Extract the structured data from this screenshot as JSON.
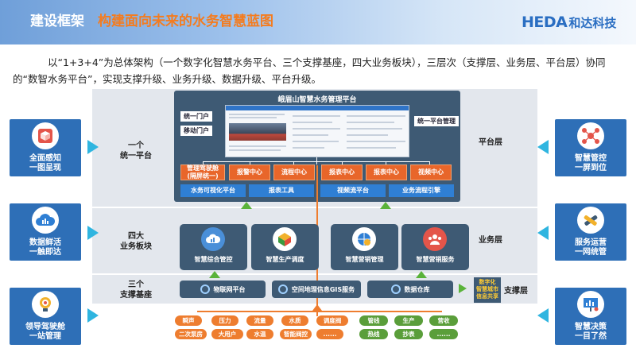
{
  "header": {
    "title": "建设框架",
    "subtitle": "构建面向未来的水务智慧蓝图",
    "logo_en": "HEDA",
    "logo_cn": "和达科技",
    "colors": {
      "title": "#ffffff",
      "subtitle": "#f47c1f",
      "logo": "#2a6ec2"
    }
  },
  "intro": "以“1+3+4”为总体架构（一个数字化智慧水务平台、三个支撑基座，四大业务板块），三层次（支撑层、业务层、平台层）协同的“数智水务平台”，实现支撑升级、业务升级、数据升级、平台升级。",
  "layers": {
    "platform_label": "一个\n统一平台",
    "business_label": "四大\n业务板块",
    "support_label": "三个\n支撑基座",
    "platform_right": "平台层",
    "business_right": "业务层",
    "support_right": "支撑层"
  },
  "platform": {
    "title": "峨眉山智慧水务管理平台",
    "portal_unified": "统一门户",
    "portal_mobile": "移动门户",
    "unified_mgmt": "统一平台管理",
    "centers": [
      "管理驾驶舱\n(隔屏统一)",
      "报警中心",
      "流程中心",
      "报表中心",
      "报表中心",
      "视频中心"
    ],
    "tools": [
      "水务可视化平台",
      "报表工具",
      "视频流平台",
      "业务流程引擎"
    ]
  },
  "business": [
    {
      "label": "智慧综合管控",
      "icon": "cloud-chart-icon"
    },
    {
      "label": "智慧生产调度",
      "icon": "production-cube-icon"
    },
    {
      "label": "智慧营销管理",
      "icon": "globe-gear-icon"
    },
    {
      "label": "智慧营销服务",
      "icon": "people-service-icon"
    }
  ],
  "support": [
    {
      "label": "物联网平台"
    },
    {
      "label": "空间地理信息GIS服务"
    },
    {
      "label": "数据仓库"
    }
  ],
  "data_share": "数字化\n智慧城市\n信息共享",
  "data_sources": {
    "orange": [
      "瞬声",
      "压力",
      "流量",
      "水质",
      "调度阀",
      "二次泵房",
      "大用户",
      "水温",
      "智能阀控",
      "......"
    ],
    "green": [
      "管线",
      "生产",
      "营收",
      "热线",
      "抄表",
      "......"
    ]
  },
  "left_cards": [
    {
      "label": "全面感知\n一图呈现",
      "icon": "cube-sensor-icon"
    },
    {
      "label": "数据鲜活\n一触即达",
      "icon": "cloud-data-icon"
    },
    {
      "label": "领导驾驶舱\n一站管理",
      "icon": "bulb-target-icon"
    }
  ],
  "right_cards": [
    {
      "label": "智慧管控\n一屏到位",
      "icon": "network-people-icon"
    },
    {
      "label": "服务运营\n一网统管",
      "icon": "handshake-icon"
    },
    {
      "label": "智慧决策\n一目了然",
      "icon": "presentation-icon"
    }
  ]
}
